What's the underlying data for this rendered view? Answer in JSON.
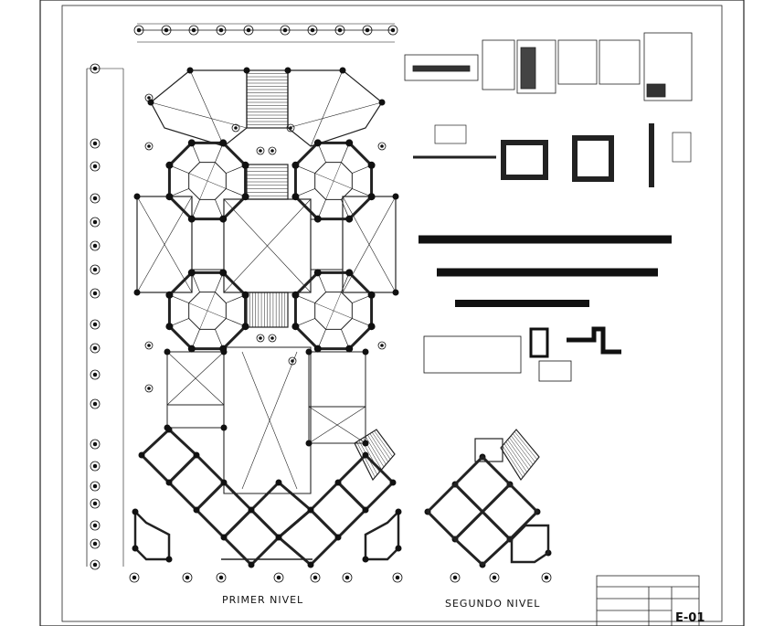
{
  "drawing": {
    "plan_labels": {
      "first_floor": "PRIMER NIVEL",
      "second_floor": "SEGUNDO NIVEL"
    },
    "title_block": {
      "sheet_number": "E-01"
    }
  }
}
